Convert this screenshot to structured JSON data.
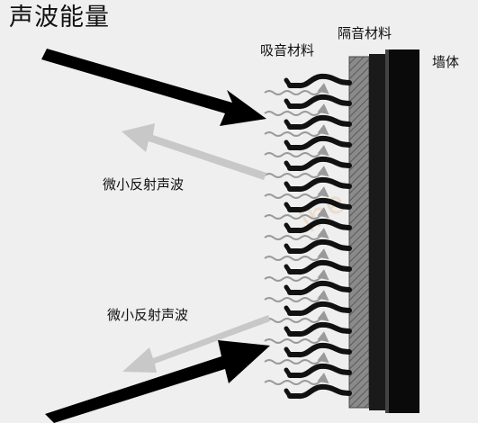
{
  "title": "声波能量",
  "labels": {
    "absorbing_material": "吸音材料",
    "insulating_material": "隔音材料",
    "wall": "墙体",
    "reflected_wave_top": "微小反射声波",
    "reflected_wave_bottom": "微小反射声波"
  },
  "colors": {
    "background": "#efefef",
    "incident_arrow": "#000000",
    "reflected_arrow": "#c8c8c8",
    "wave_arrows": "#9a9a9a",
    "fibers": "#111111",
    "insulation_layer": "#7a7a7a",
    "wall": "#0a0a0a",
    "watermark": "#e8b98a"
  },
  "icons": {
    "incident": "incident-sound-arrow",
    "reflected": "reflected-sound-arrow",
    "fiber": "absorbing-fiber-icon",
    "wave": "transmitted-wave-icon"
  }
}
